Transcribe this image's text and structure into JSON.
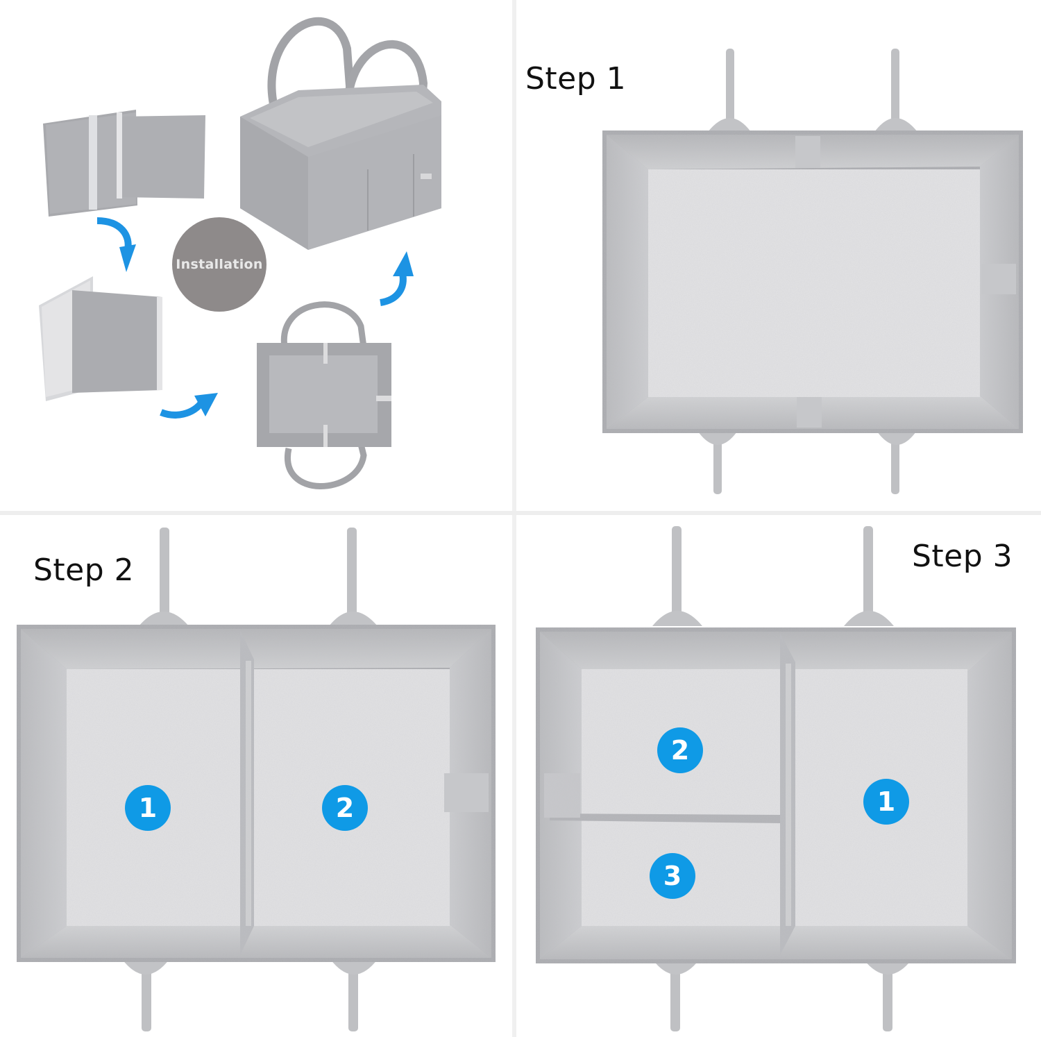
{
  "panels": {
    "installation": {
      "label": "Installation"
    },
    "step1": {
      "label": "Step 1"
    },
    "step2": {
      "label": "Step 2",
      "badges": [
        "1",
        "2"
      ]
    },
    "step3": {
      "label": "Step 3",
      "badges": [
        "2",
        "1",
        "3"
      ]
    }
  },
  "colors": {
    "felt": "#c9c9cb",
    "felt_dark": "#a9aaae",
    "arrow": "#1d93e3",
    "badge": "#0f9ae6",
    "install_circle": "#8e8a8a"
  }
}
